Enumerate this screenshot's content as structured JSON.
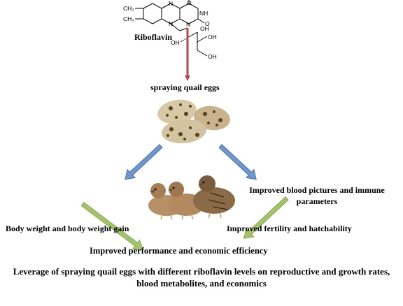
{
  "compound": {
    "name": "Riboflavin",
    "substituents": {
      "methyl": "CH₃",
      "oxo": "O",
      "nh": "NH",
      "n": "N",
      "oh": "OH"
    }
  },
  "steps": {
    "spraying": "spraying quail eggs",
    "blood": "Improved blood pictures and immune parameters",
    "body_weight": "Body weight and body weight gain",
    "fertility": "Improved fertility and hatchability",
    "performance": "Improved performance and economic efficiency"
  },
  "title": "Leverage of spraying quail eggs with different riboflavin levels on reproductive and growth rates, blood metabolites, and economics",
  "images": {
    "eggs": "quail-eggs-image",
    "chicks": "quail-chicks-image"
  },
  "colors": {
    "red_arrow": "#b5474b",
    "blue_arrow": "#5b86c0",
    "green_arrow": "#9bbb59"
  }
}
